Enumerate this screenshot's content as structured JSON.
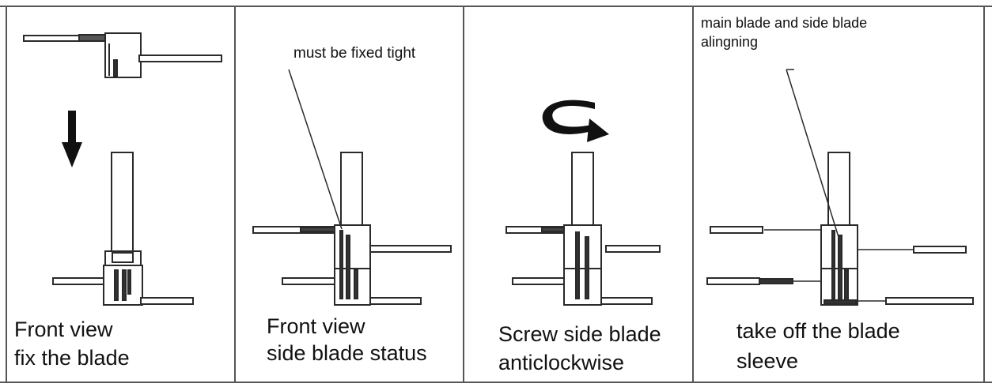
{
  "panels": [
    {
      "caption_line1": "Front view",
      "caption_line2": "fix the blade"
    },
    {
      "caption_line1": "Front view",
      "caption_line2": "side blade status",
      "annotation": "must be fixed tight"
    },
    {
      "caption_line1": "Screw side blade",
      "caption_line2": "anticlockwise"
    },
    {
      "caption_line1": "take off the blade",
      "caption_line2": "sleeve",
      "annotation_line1": "main blade and side blade",
      "annotation_line2": "alingning"
    }
  ],
  "colors": {
    "line": "#2a2a2a",
    "arrow": "#111111",
    "border": "#555555"
  },
  "icons": [
    "down-arrow-icon",
    "rotate-arrow-icon"
  ]
}
